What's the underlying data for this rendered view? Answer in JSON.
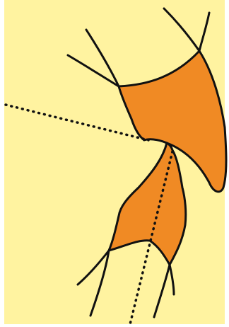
{
  "diagram": {
    "colors": {
      "background": "#fff3a0",
      "region_fill": "#f08a24",
      "stroke": "#111111",
      "page_border": "#ffffff"
    },
    "elements": {
      "upper_region": "filled-region",
      "lower_region": "filled-region",
      "dotted_line_upper": "dotted-line",
      "dotted_line_lower": "dotted-line"
    }
  }
}
